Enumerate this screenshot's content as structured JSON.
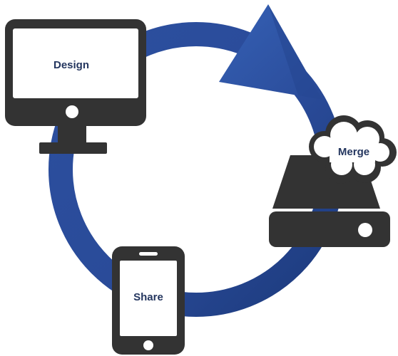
{
  "nodes": {
    "design": {
      "label": "Design",
      "icon": "desktop-monitor-icon"
    },
    "merge": {
      "label": "Merge",
      "icon": "cloud-hard-drive-icon"
    },
    "share": {
      "label": "Share",
      "icon": "smartphone-icon"
    }
  },
  "colors": {
    "cycle_ring": "#2f4d9a",
    "cycle_ring_dark": "#1f3b78",
    "device_body": "#333333",
    "screen": "#ffffff",
    "label_text": "#24365f"
  }
}
